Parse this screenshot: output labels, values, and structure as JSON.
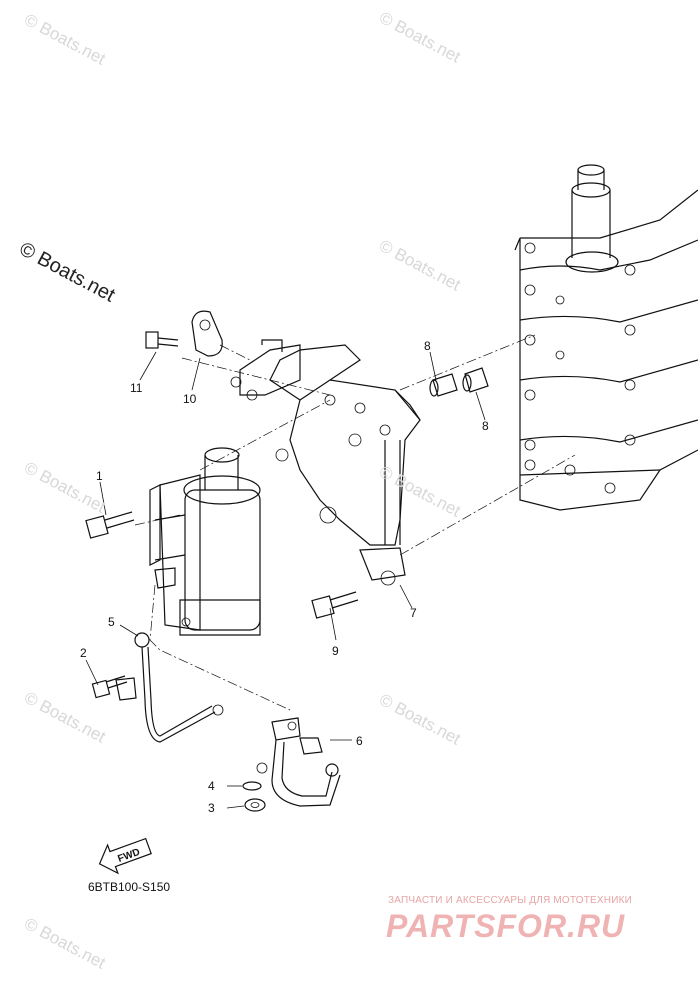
{
  "watermark": {
    "text": "© Boats.net",
    "copyright": "© Boats.net"
  },
  "callouts": [
    "1",
    "2",
    "3",
    "4",
    "5",
    "6",
    "7",
    "8",
    "8",
    "9",
    "10",
    "11"
  ],
  "diagram_code": "6BTB100-S150",
  "fwd_label": "FWD",
  "brand": {
    "tagline": "ЗАПЧАСТИ И АКСЕССУАРЫ ДЛЯ МОТОТЕХНИКИ",
    "name": "PARTSFOR.RU"
  }
}
